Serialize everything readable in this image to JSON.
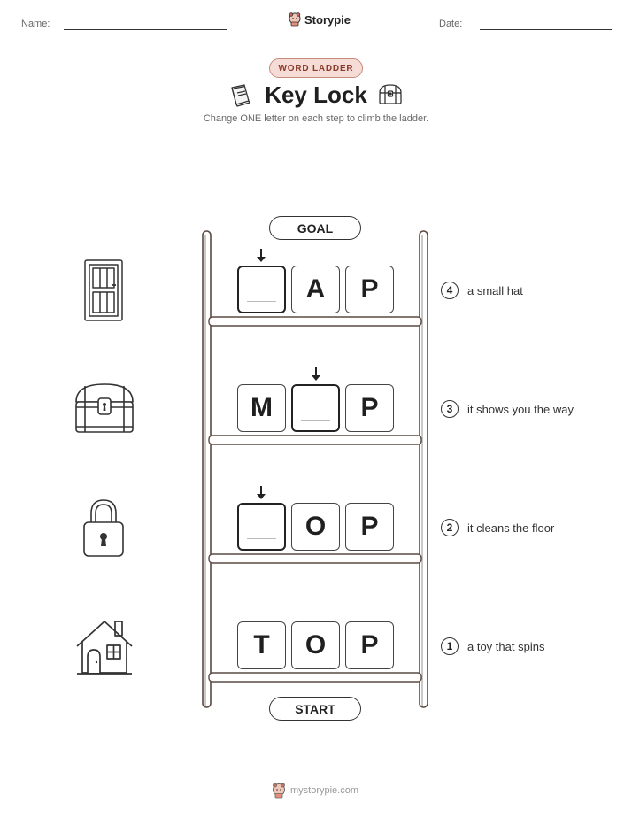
{
  "header": {
    "name_label": "Name:",
    "date_label": "Date:",
    "brand": "Storypie"
  },
  "badge": "WORD LADDER",
  "title": "Key Lock",
  "subtitle": "Change ONE letter on each step to climb the ladder.",
  "ladder": {
    "goal_label": "GOAL",
    "start_label": "START",
    "rungs": [
      {
        "step": "4",
        "clue": "a small hat",
        "icon": "door-icon",
        "letters": [
          "",
          "A",
          "P"
        ],
        "blank_index": 0
      },
      {
        "step": "3",
        "clue": "it shows you the way",
        "icon": "treasure-chest-icon",
        "letters": [
          "M",
          "",
          "P"
        ],
        "blank_index": 1
      },
      {
        "step": "2",
        "clue": "it cleans the floor",
        "icon": "padlock-icon",
        "letters": [
          "",
          "O",
          "P"
        ],
        "blank_index": 0
      },
      {
        "step": "1",
        "clue": "a toy that spins",
        "icon": "house-icon",
        "letters": [
          "T",
          "O",
          "P"
        ],
        "blank_index": -1
      }
    ]
  },
  "footer": {
    "site": "mystorypie.com"
  },
  "colors": {
    "accent_fill": "#f6dcd6",
    "accent_border": "#c98a7c",
    "accent_text": "#8b3a2a",
    "ladder": "#5a4a42"
  }
}
